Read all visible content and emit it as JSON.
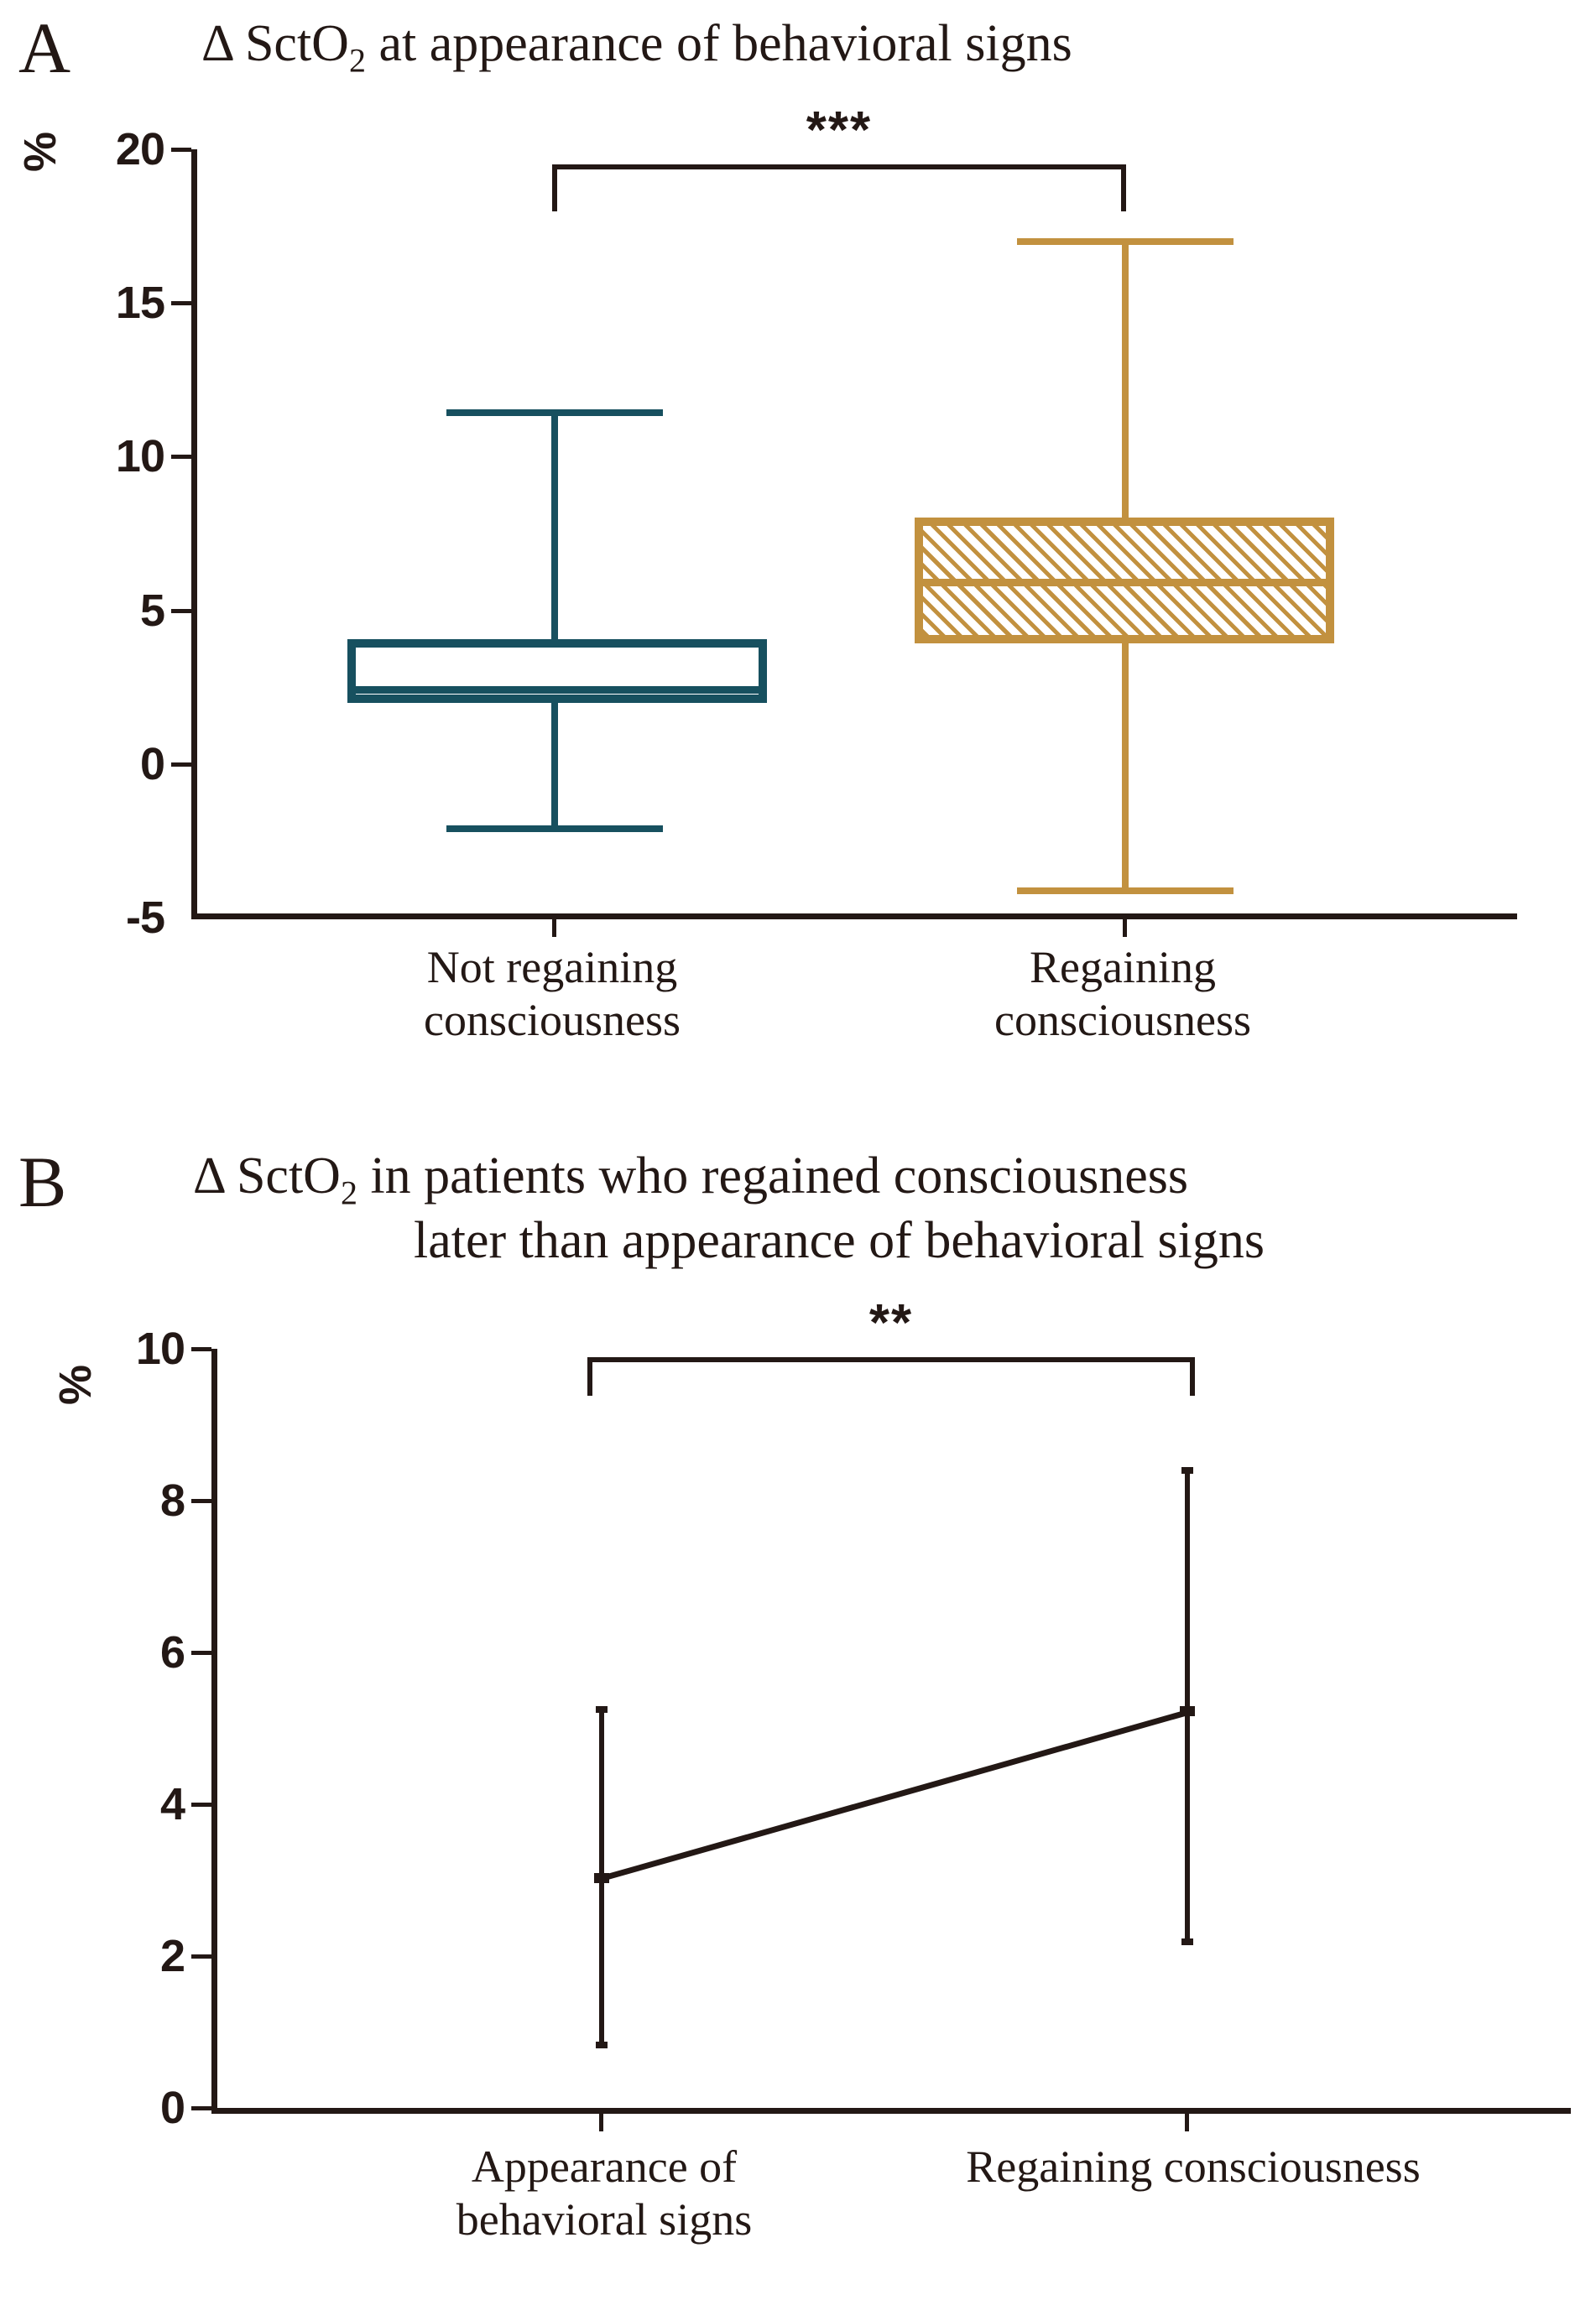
{
  "figure": {
    "axis_unit": "%",
    "colors": {
      "not_regaining": "#17505f",
      "regaining": "#c2913f",
      "ink": "#231815"
    }
  },
  "panelA": {
    "letter": "A",
    "title_prefix": "Δ SctO",
    "title_sub": "2",
    "title_suffix": " at appearance of behavioral signs",
    "significance": "***",
    "xlabels": [
      "Not regaining consciousness",
      "Regaining consciousness"
    ],
    "xlabel_lines": [
      [
        "Not regaining",
        "consciousness"
      ],
      [
        "Regaining",
        "consciousness"
      ]
    ]
  },
  "panelB": {
    "letter": "B",
    "title_prefix": "Δ SctO",
    "title_sub": "2",
    "title_suffix": " in patients who regained consciousness",
    "title_line2": "later than appearance of  behavioral signs",
    "significance": "**",
    "xlabels": [
      "Appearance of behavioral signs",
      "Regaining consciousness"
    ],
    "xlabel_lines": [
      [
        "Appearance of",
        "behavioral signs"
      ],
      [
        "Regaining consciousness"
      ]
    ]
  },
  "chart_data": [
    {
      "type": "box",
      "panel": "A",
      "title": "Δ SctO2 at appearance of behavioral signs",
      "xlabel": "",
      "ylabel": "%",
      "ylim": [
        -5,
        20
      ],
      "yticks": [
        -5,
        0,
        5,
        10,
        15,
        20
      ],
      "ytick_labels": [
        "-5",
        "0",
        "5",
        "10",
        "15",
        "20"
      ],
      "grid": false,
      "legend": "none",
      "annotations": [
        {
          "text": "***",
          "between": [
            "Not regaining consciousness",
            "Regaining consciousness"
          ],
          "y": 19.0
        }
      ],
      "categories": [
        "Not regaining consciousness",
        "Regaining consciousness"
      ],
      "boxes": [
        {
          "name": "Not regaining consciousness",
          "color": "#17505f",
          "fill": "none",
          "whisker_low": -2,
          "q1": 2,
          "median": 2.5,
          "q3": 4,
          "whisker_high": 11
        },
        {
          "name": "Regaining consciousness",
          "color": "#c2913f",
          "fill": "diagonal-hatch",
          "whisker_low": -4,
          "q1": 4,
          "median": 6,
          "q3": 8,
          "whisker_high": 17
        }
      ]
    },
    {
      "type": "line",
      "panel": "B",
      "title": "Δ SctO2 in patients who regained consciousness later than appearance of behavioral signs",
      "xlabel": "",
      "ylabel": "%",
      "ylim": [
        0,
        10
      ],
      "yticks": [
        0,
        2,
        4,
        6,
        8,
        10
      ],
      "ytick_labels": [
        "0",
        "2",
        "4",
        "6",
        "8",
        "10"
      ],
      "grid": false,
      "legend": "none",
      "annotations": [
        {
          "text": "**",
          "between": [
            "Appearance of behavioral signs",
            "Regaining consciousness"
          ],
          "y": 9.5
        }
      ],
      "categories": [
        "Appearance of behavioral signs",
        "Regaining consciousness"
      ],
      "series": [
        {
          "name": "Δ SctO2",
          "color": "#231815",
          "values": [
            3.05,
            5.25
          ],
          "error_low": [
            0.8,
            2.15
          ],
          "error_high": [
            5.25,
            8.4
          ]
        }
      ]
    }
  ]
}
